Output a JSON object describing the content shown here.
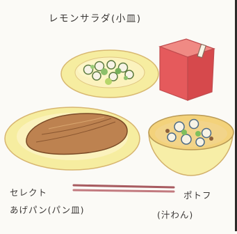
{
  "labels": {
    "salad": "レモンサラダ(小皿)",
    "select": "セレクト",
    "bread": "あげパン(パン皿)",
    "potofu": "ポトフ",
    "bowl": "(汁わん)"
  },
  "colors": {
    "paper": "#fbfaf6",
    "plate_cream": "#f7eda5",
    "bread_brown": "#b77a47",
    "milk_red": "#e55a5c",
    "chopsticks": "#b86a6e",
    "broth": "#f2d48a",
    "salad_green": "#77b15a"
  },
  "icons": [
    "salad-plate",
    "milk-carton",
    "bread-plate",
    "soup-bowl",
    "chopsticks"
  ]
}
